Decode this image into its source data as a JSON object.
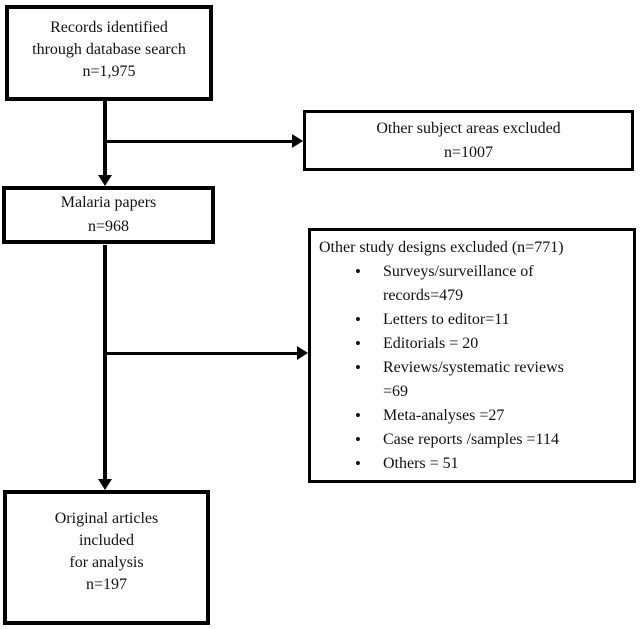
{
  "flowchart": {
    "boxes": {
      "records": {
        "lines": [
          "Records identified",
          "through database search",
          "n=1,975"
        ]
      },
      "subjects_excluded": {
        "lines": [
          "Other subject areas excluded",
          "n=1007"
        ]
      },
      "malaria": {
        "lines": [
          "Malaria papers",
          "n=968"
        ]
      },
      "designs_excluded": {
        "title": "Other study designs excluded (n=771)",
        "items": [
          [
            "Surveys/surveillance of",
            "records=479"
          ],
          [
            "Letters to editor=11"
          ],
          [
            "Editorials = 20"
          ],
          [
            "Reviews/systematic reviews",
            "=69"
          ],
          [
            "Meta-analyses =27"
          ],
          [
            "Case reports /samples =114"
          ],
          [
            "Others = 51"
          ]
        ]
      },
      "included": {
        "lines": [
          "Original articles",
          "included",
          "for analysis",
          "n=197"
        ]
      }
    },
    "icons": {
      "bullet": "•"
    },
    "colors": {
      "line": "#000000",
      "background": "#ffffff",
      "text": "#111111"
    }
  }
}
